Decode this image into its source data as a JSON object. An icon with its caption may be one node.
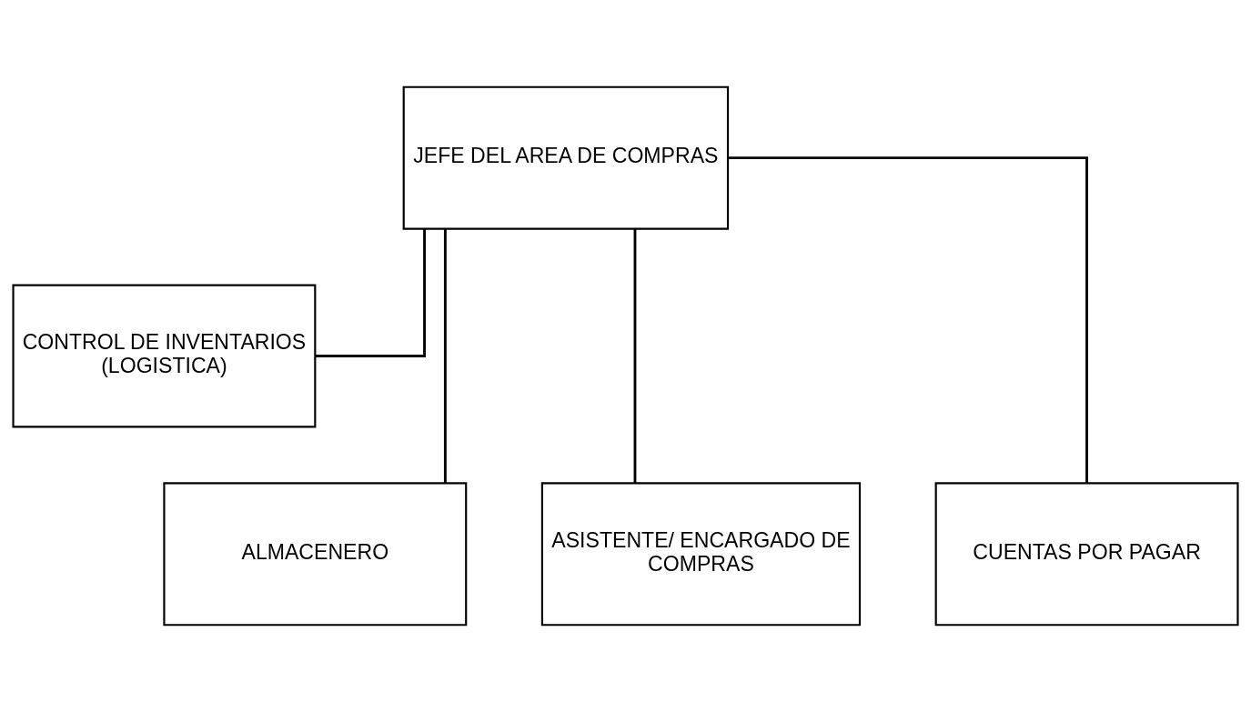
{
  "diagram": {
    "nodes": [
      {
        "text": [
          "JEFE DEL AREA DE COMPRAS"
        ]
      },
      {
        "text": [
          "CONTROL DE INVENTARIOS (LOGISTICA)"
        ]
      },
      {
        "text": [
          "ALMACENERO"
        ]
      },
      {
        "text": [
          "ASISTENTE/ ENCARGADO DE COMPRAS"
        ]
      },
      {
        "text": [
          "CUENTAS POR PAGAR"
        ]
      }
    ],
    "edges": [
      {
        "from": 0,
        "to": 1,
        "arrow": "none"
      },
      {
        "from": 0,
        "to": 2,
        "arrow": "none"
      },
      {
        "from": 0,
        "to": 3,
        "arrow": "none"
      },
      {
        "from": 0,
        "to": 4,
        "arrow": "none"
      }
    ]
  }
}
